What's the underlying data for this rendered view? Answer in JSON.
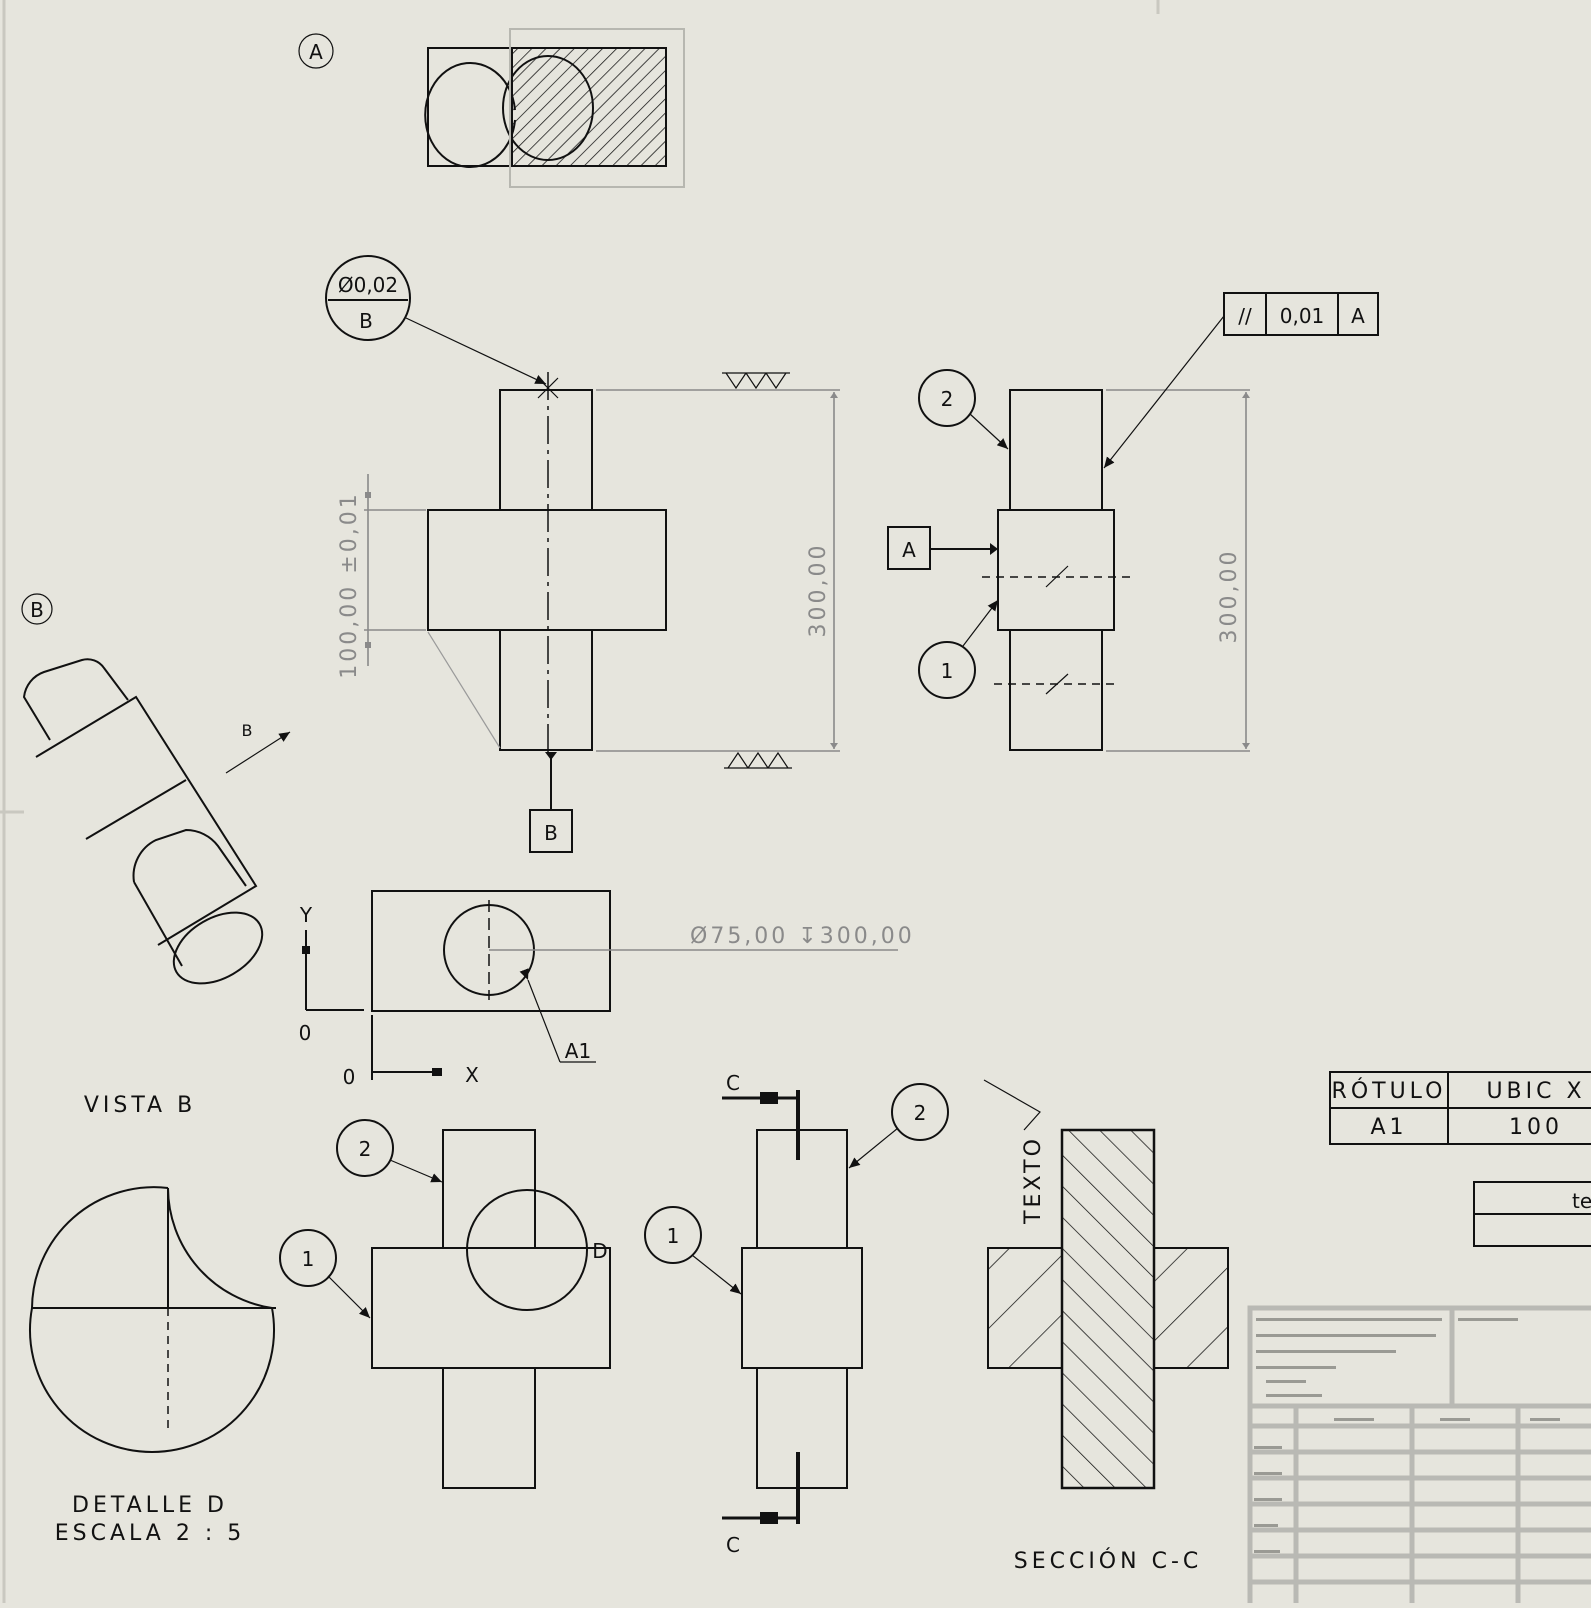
{
  "view_labels": {
    "circle_a": "A",
    "circle_b": "B",
    "vista_b": "VISTA B",
    "detalle_d_line1": "DETALLE D",
    "detalle_d_line2": "ESCALA 2 : 5",
    "seccion_cc": "SECCIÓN C-C"
  },
  "dimensions": {
    "height_left": "300,00",
    "height_right": "300,00",
    "tolerance_dim": "100,00 ±0,01",
    "hole_callout": "Ø75,00 ↧300,00"
  },
  "gdt": {
    "position_value": "Ø0,02",
    "position_datum": "B",
    "parallel_symbol": "//",
    "parallel_value": "0,01",
    "parallel_datum": "A",
    "datum_a": "A",
    "datum_b": "B"
  },
  "balloons": {
    "b1": "1",
    "b2": "2"
  },
  "arrow_label": "B",
  "detail_label": "D",
  "cut_labels": {
    "top": "C",
    "bottom": "C"
  },
  "text_note": "TEXTO",
  "axis": {
    "x": "X",
    "y": "Y",
    "origin": "0"
  },
  "hole_tag": "A1",
  "hole_table": {
    "headers": [
      "RÓTULO",
      "UBIC X"
    ],
    "rows": [
      [
        "A1",
        "100"
      ]
    ]
  },
  "side_box_text": "te"
}
